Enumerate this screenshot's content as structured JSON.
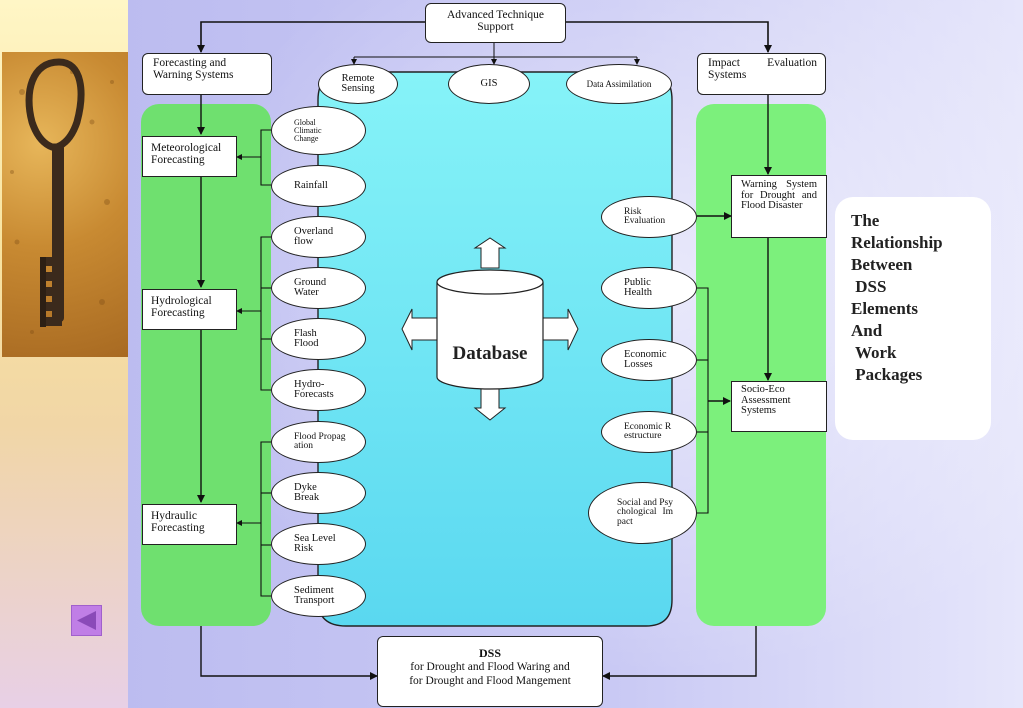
{
  "title": "The\nRelationship\nBetween\n DSS\nElements\nAnd\n Work\n Packages",
  "colors": {
    "green_panel": "#6fe06f",
    "center_panel": "#6fe8f4",
    "title_text": "#222222",
    "back_button": "#c07ee6"
  },
  "top": {
    "advanced_support": "Advanced Technique Support",
    "forecasting_systems": "Forecasting and Warning Systems",
    "impact_systems": "Impact Evaluation Systems"
  },
  "tools": [
    "Remote Sensing",
    "GIS",
    "Data Assimilation"
  ],
  "left_boxes": {
    "meteorological": "Meteorological Forecasting",
    "hydrological": "Hydrological Forecasting",
    "hydraulic": "Hydraulic Forecasting"
  },
  "left_elements": [
    "Global Climatic Change",
    "Rainfall",
    "Overland flow",
    "Ground Water",
    "Flash Flood",
    "Hydro-Forecasts",
    "Flood Propagation",
    "Dyke Break",
    "Sea Level Risk",
    "Sediment Transport"
  ],
  "right_elements": [
    "Risk Evaluation",
    "Public Health",
    "Economic Losses",
    "Economic Restructure",
    "Social and Psychological Impact"
  ],
  "right_boxes": {
    "warning": "Warning System for Drought and Flood Disaster",
    "socio_eco": "Socio-Eco Assessment Systems"
  },
  "center": {
    "database": "Database"
  },
  "dss": {
    "title": "DSS",
    "line1": "for Drought and Flood Waring and",
    "line2": "for Drought and Flood Mangement"
  },
  "icons": {
    "key_photo": "antique-key-photo",
    "back": "left-triangle-icon"
  }
}
